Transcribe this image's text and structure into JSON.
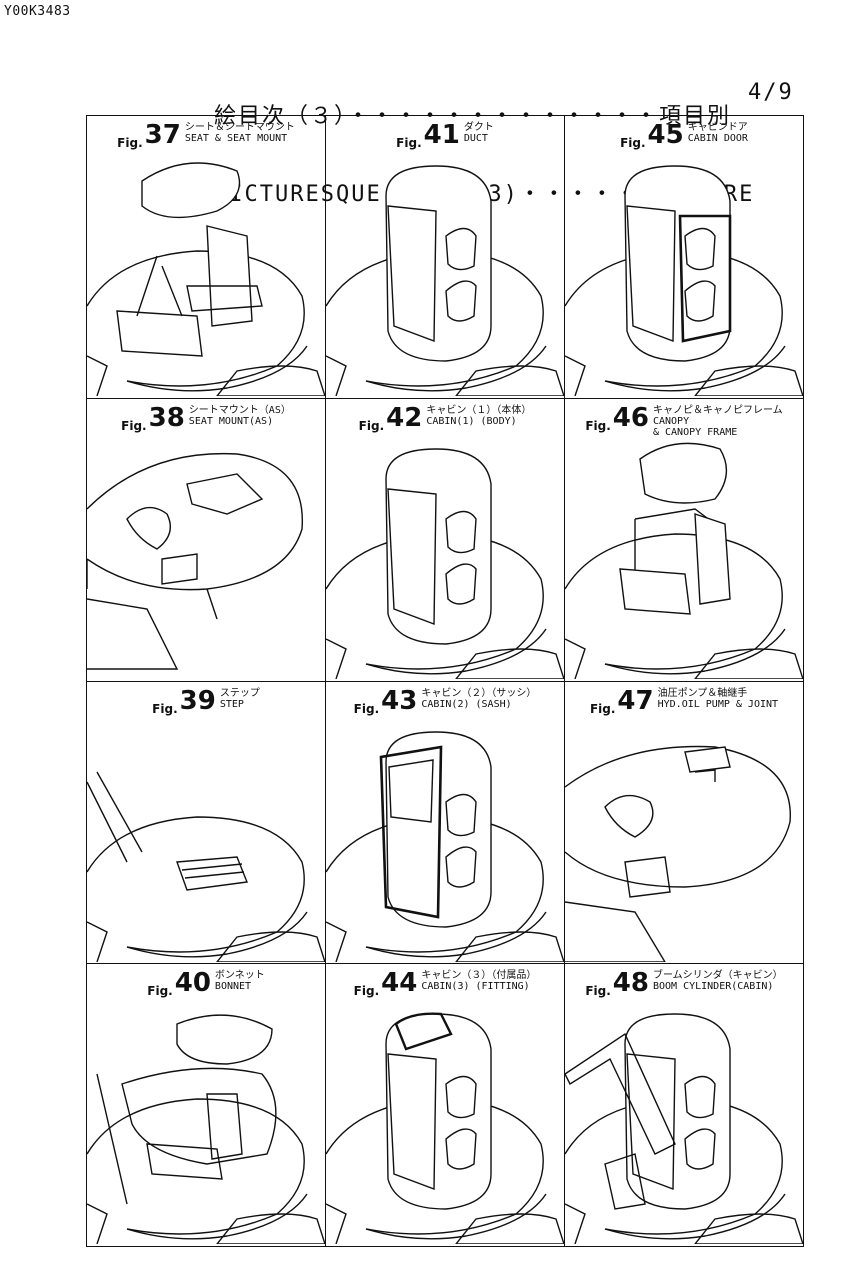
{
  "doc_id": "Y00K3483",
  "title_line1": "絵目次（３）・・・・・・・・・・・・・項目別",
  "title_line2": "PICTURESQUE INDEX(3)・・・・・・FIGURE",
  "page": "4/9",
  "fig_word": "Fig.",
  "figures": [
    {
      "num": "37",
      "jp": "シート＆シートマウント",
      "en": "SEAT & SEAT MOUNT",
      "en2": "",
      "icon": "seat-canopy-icon"
    },
    {
      "num": "41",
      "jp": "ダクト",
      "en": "DUCT",
      "en2": "",
      "icon": "cabin-icon"
    },
    {
      "num": "45",
      "jp": "キャビンドア",
      "en": "CABIN DOOR",
      "en2": "",
      "icon": "cabin-door-icon"
    },
    {
      "num": "38",
      "jp": "シートマウント（AS）",
      "en": "SEAT MOUNT(AS)",
      "en2": "",
      "icon": "seat-mount-icon"
    },
    {
      "num": "42",
      "jp": "キャビン（１）（本体）",
      "en": "CABIN(1) (BODY)",
      "en2": "",
      "icon": "cabin-icon"
    },
    {
      "num": "46",
      "jp": "キャノピ＆キャノピフレーム",
      "en": "CANOPY",
      "en2": "& CANOPY FRAME",
      "icon": "canopy-icon"
    },
    {
      "num": "39",
      "jp": "ステップ",
      "en": "STEP",
      "en2": "",
      "icon": "step-icon"
    },
    {
      "num": "43",
      "jp": "キャビン（２）（サッシ）",
      "en": "CABIN(2) (SASH)",
      "en2": "",
      "icon": "cabin-sash-icon"
    },
    {
      "num": "47",
      "jp": "油圧ポンプ＆軸継手",
      "en": "HYD.OIL PUMP & JOINT",
      "en2": "",
      "icon": "pump-icon"
    },
    {
      "num": "40",
      "jp": "ボンネット",
      "en": "BONNET",
      "en2": "",
      "icon": "bonnet-icon"
    },
    {
      "num": "44",
      "jp": "キャビン（３）（付属品）",
      "en": "CABIN(3) (FITTING)",
      "en2": "",
      "icon": "cabin-fitting-icon"
    },
    {
      "num": "48",
      "jp": "ブームシリンダ（キャビン）",
      "en": "BOOM CYLINDER(CABIN)",
      "en2": "",
      "icon": "boom-cylinder-icon"
    }
  ]
}
